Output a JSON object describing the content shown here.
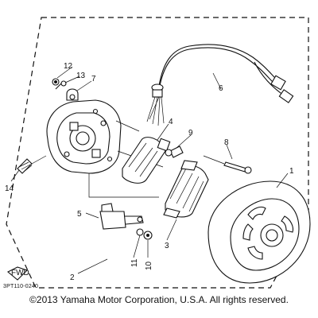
{
  "diagram": {
    "callouts": [
      "1",
      "2",
      "3",
      "4",
      "5",
      "6",
      "7",
      "8",
      "9",
      "10",
      "11",
      "12",
      "13",
      "14"
    ],
    "fwd_label": "FWD",
    "code": "3PT110-0240",
    "copyright": "©2013 Yamaha Motor Corporation, U.S.A. All rights reserved."
  }
}
